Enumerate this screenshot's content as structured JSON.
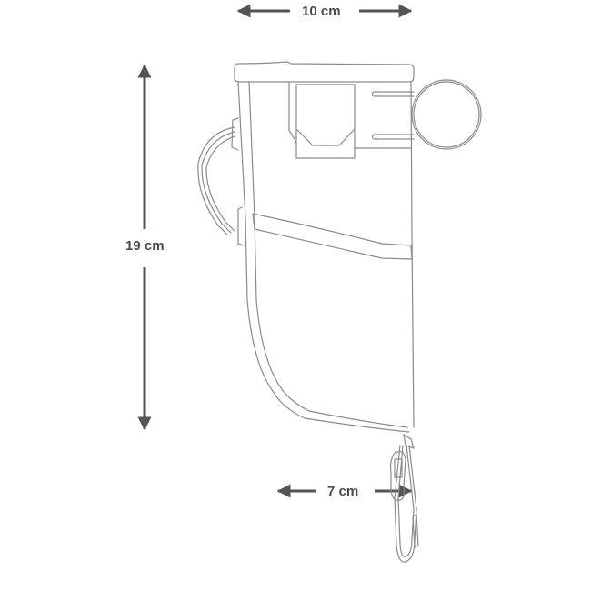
{
  "diagram": {
    "subject": "Stem bag with handlebar strap and drawcord toggle",
    "dimensions": {
      "width": {
        "label": "10 cm",
        "value": 10,
        "unit": "cm",
        "orientation": "horizontal",
        "position": "top"
      },
      "height": {
        "label": "19 cm",
        "value": 19,
        "unit": "cm",
        "orientation": "vertical",
        "position": "left"
      },
      "depth": {
        "label": "7 cm",
        "value": 7,
        "unit": "cm",
        "orientation": "horizontal",
        "position": "bottom"
      }
    },
    "colors": {
      "arrow": "#555555",
      "label_text": "#4a4a4a",
      "outline": "#8a8a8a",
      "background": "#ffffff"
    },
    "parts": [
      "top-lid",
      "front-pocket",
      "handlebar-ring",
      "strap-slots",
      "side-strap-loop",
      "seam-band",
      "bag-body",
      "drawcord-toggle",
      "cord-loop"
    ]
  }
}
